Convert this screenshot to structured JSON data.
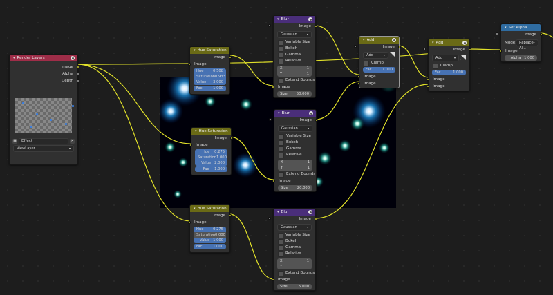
{
  "colors": {
    "render": "#9e2d48",
    "color": "#6a6a16",
    "filter": "#4a2e7a",
    "converter": "#2f6ca1",
    "image_socket": "#c7c729",
    "float_socket": "#a1a1a1",
    "link": "#e2e22a"
  },
  "render_layers": {
    "title": "Render Layers",
    "outputs": [
      "Image",
      "Alpha",
      "Depth"
    ],
    "scene": "Effect",
    "layer": "ViewLayer"
  },
  "hsv1": {
    "title": "Hue Saturation Value",
    "out": "Image",
    "in": "Image",
    "fields": [
      {
        "k": "Hue",
        "v": "0.508"
      },
      {
        "k": "Saturation",
        "v": "0.933"
      },
      {
        "k": "Value",
        "v": "3.000"
      },
      {
        "k": "Fac",
        "v": "1.000"
      }
    ]
  },
  "hsv2": {
    "title": "Hue Saturation Value",
    "out": "Image",
    "in": "Image",
    "fields": [
      {
        "k": "Hue",
        "v": "0.275"
      },
      {
        "k": "Saturation",
        "v": "1.000"
      },
      {
        "k": "Value",
        "v": "2.000"
      },
      {
        "k": "Fac",
        "v": "1.000"
      }
    ]
  },
  "hsv3": {
    "title": "Hue Saturation Value",
    "out": "Image",
    "in": "Image",
    "fields": [
      {
        "k": "Hue",
        "v": "0.275"
      },
      {
        "k": "Saturation",
        "v": "0.000"
      },
      {
        "k": "Value",
        "v": "1.000"
      },
      {
        "k": "Fac",
        "v": "1.000"
      }
    ]
  },
  "blur1": {
    "title": "Blur",
    "out": "Image",
    "type": "Gaussian",
    "checks": [
      "Variable Size",
      "Bokeh",
      "Gamma",
      "Relative"
    ],
    "x_label": "X",
    "x": "1",
    "y_label": "Y",
    "y": "1",
    "extend": "Extend Bounds",
    "in": "Image",
    "size_label": "Size",
    "size": "50.000"
  },
  "blur2": {
    "title": "Blur",
    "out": "Image",
    "type": "Gaussian",
    "checks": [
      "Variable Size",
      "Bokeh",
      "Gamma",
      "Relative"
    ],
    "x_label": "X",
    "x": "1",
    "y_label": "Y",
    "y": "1",
    "extend": "Extend Bounds",
    "in": "Image",
    "size_label": "Size",
    "size": "20.000"
  },
  "blur3": {
    "title": "Blur",
    "out": "Image",
    "type": "Gaussian",
    "checks": [
      "Variable Size",
      "Bokeh",
      "Gamma",
      "Relative"
    ],
    "x_label": "X",
    "x": "1",
    "y_label": "Y",
    "y": "1",
    "extend": "Extend Bounds",
    "in": "Image",
    "size_label": "Size",
    "size": "5.000"
  },
  "add1": {
    "title": "Add",
    "out": "Image",
    "op": "Add",
    "clamp": "Clamp",
    "fac_label": "Fac",
    "fac": "1.000",
    "in1": "Image",
    "in2": "Image"
  },
  "add2": {
    "title": "Add",
    "out": "Image",
    "op": "Add",
    "clamp": "Clamp",
    "fac_label": "Fac",
    "fac": "1.000",
    "in1": "Image",
    "in2": "Image"
  },
  "set_alpha": {
    "title": "Set Alpha",
    "out": "Image",
    "mode_label": "Mode:",
    "mode": "Replace Al...",
    "in": "Image",
    "alpha_label": "Alpha",
    "alpha": "1.000"
  }
}
